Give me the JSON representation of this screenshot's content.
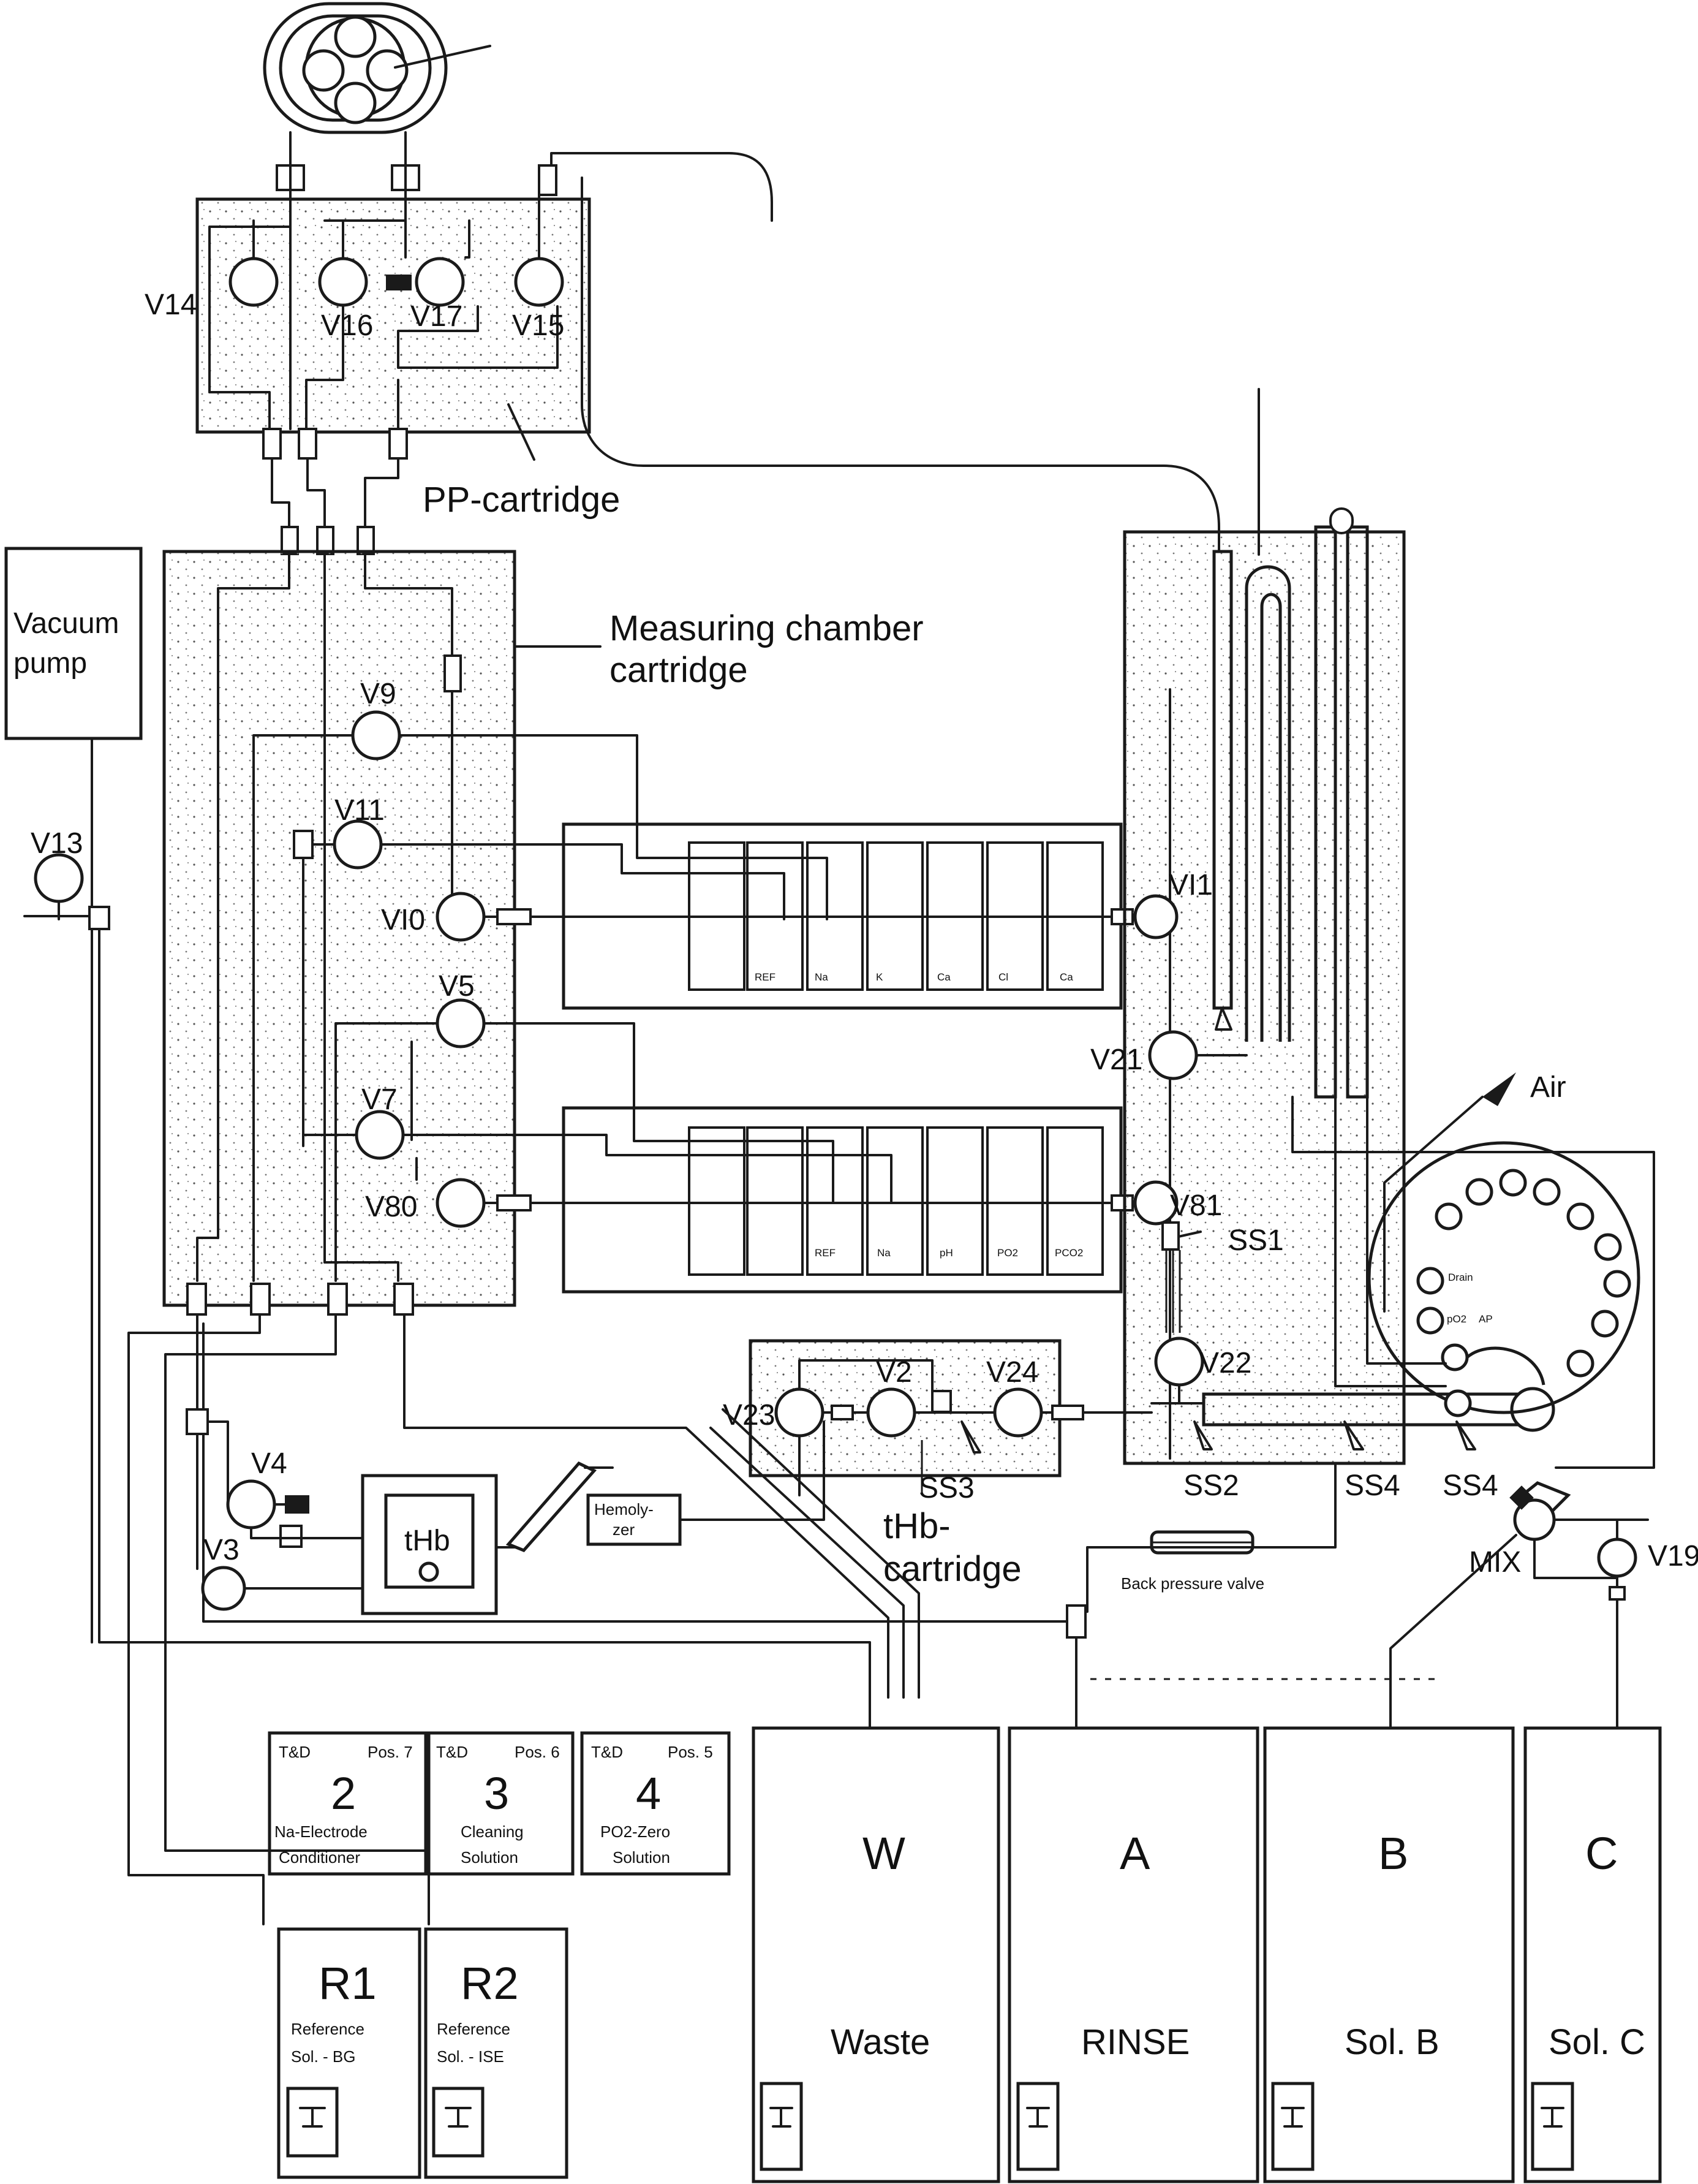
{
  "labels": {
    "pp_cartridge": "PP-cartridge",
    "measuring_chamber_1": "Measuring chamber",
    "measuring_chamber_2": "cartridge",
    "vacuum_pump_1": "Vacuum",
    "vacuum_pump_2": "pump",
    "air": "Air",
    "thb_cartridge_1": "tHb-",
    "thb_cartridge_2": "cartridge",
    "thb": "tHb",
    "hemolyzer_1": "Hemoly-",
    "hemolyzer_2": "zer",
    "back_pressure_valve": "Back pressure valve",
    "mix": "MIX"
  },
  "valves": {
    "v14": "V14",
    "v16": "V16",
    "v17": "V17",
    "v15": "V15",
    "v9": "V9",
    "v11": "V11",
    "v10": "VI0",
    "vi1": "VI1",
    "v5": "V5",
    "v7": "V7",
    "v80": "V80",
    "v81": "V81",
    "v21": "V21",
    "v22": "V22",
    "v23": "V23",
    "v2": "V2",
    "v24": "V24",
    "v13": "V13",
    "v4": "V4",
    "v3": "V3",
    "v19": "V19"
  },
  "sensors": {
    "ss1": "SS1",
    "ss2": "SS2",
    "ss3": "SS3",
    "ss4a": "SS4",
    "ss4b": "SS4"
  },
  "electrodes_top": [
    "REF",
    "Na",
    "K",
    "Ca",
    "Cl",
    "Ca"
  ],
  "electrodes_bottom": [
    "REF",
    "Na",
    "pH",
    "PO2",
    "PCO2"
  ],
  "carousel": {
    "label_a": "Drain",
    "label_b": "pO2",
    "label_c": "AP"
  },
  "td_boxes": [
    {
      "header_a": "T&D",
      "header_b": "Pos. 7",
      "number": "2",
      "line1": "Na-Electrode",
      "line2": "Conditioner"
    },
    {
      "header_a": "T&D",
      "header_b": "Pos. 6",
      "number": "3",
      "line1": "Cleaning",
      "line2": "Solution"
    },
    {
      "header_a": "T&D",
      "header_b": "Pos. 5",
      "number": "4",
      "line1": "PO2-Zero",
      "line2": "Solution"
    }
  ],
  "reagents": [
    {
      "code": "R1",
      "line1": "Reference",
      "line2": "Sol. - BG"
    },
    {
      "code": "R2",
      "line1": "Reference",
      "line2": "Sol. - ISE"
    }
  ],
  "bottles": [
    {
      "letter": "W",
      "name": "Waste"
    },
    {
      "letter": "A",
      "name": "RINSE"
    },
    {
      "letter": "B",
      "name": "Sol. B"
    },
    {
      "letter": "C",
      "name": "Sol. C"
    }
  ]
}
